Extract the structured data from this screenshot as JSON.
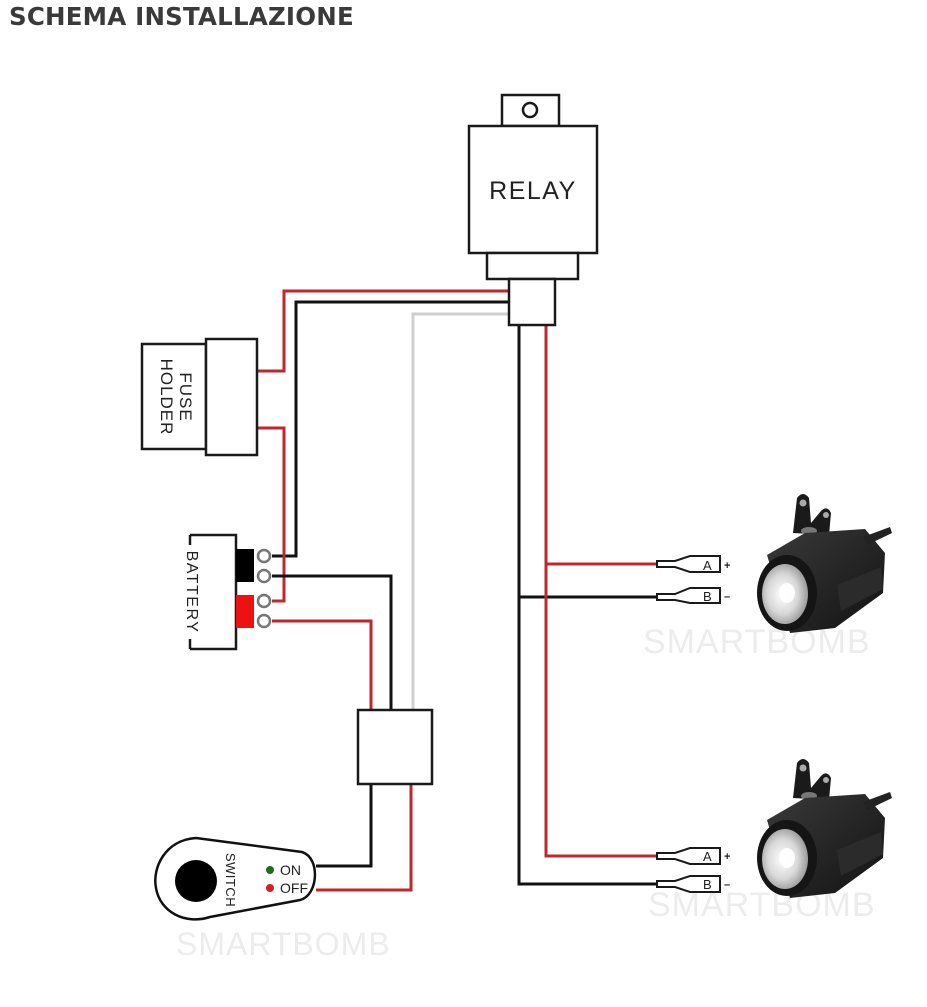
{
  "title": "SCHEMA INSTALLAZIONE",
  "components": {
    "relay": {
      "label": "RELAY"
    },
    "fuse_holder": {
      "label_line1": "FUSE",
      "label_line2": "HOLDER"
    },
    "battery": {
      "label": "BATTERY"
    },
    "switch": {
      "label": "SWITCH",
      "on_label": "ON",
      "off_label": "OFF"
    },
    "light_1": {
      "terminal_a": "A",
      "terminal_b": "B",
      "plus": "+",
      "minus": "–"
    },
    "light_2": {
      "terminal_a": "A",
      "terminal_b": "B",
      "plus": "+",
      "minus": "–"
    }
  },
  "watermarks": [
    "SMARTBOMB",
    "SMARTBOMB",
    "SMARTBOMB"
  ],
  "colors": {
    "wire_red": "#c0272d",
    "wire_black": "#111111",
    "wire_gray": "#cfcfcf",
    "battery_negative": "#000000",
    "battery_positive": "#ee1111",
    "led_on": "#1f6b1f",
    "led_off": "#d42020"
  }
}
